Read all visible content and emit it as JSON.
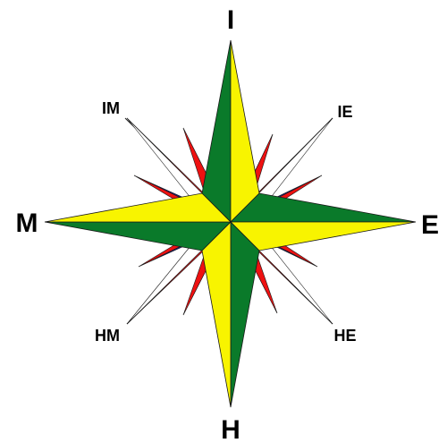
{
  "labels": {
    "north": "I",
    "south": "H",
    "west": "M",
    "east": "E",
    "northwest": "IM",
    "northeast": "IE",
    "southwest": "HM",
    "southeast": "HE"
  },
  "colors": {
    "green": "#0a7a2a",
    "yellow": "#f8f400",
    "red": "#ee1111",
    "navy": "#1a1a7a",
    "outline": "#1a1a1a",
    "background": "#ffffff"
  }
}
